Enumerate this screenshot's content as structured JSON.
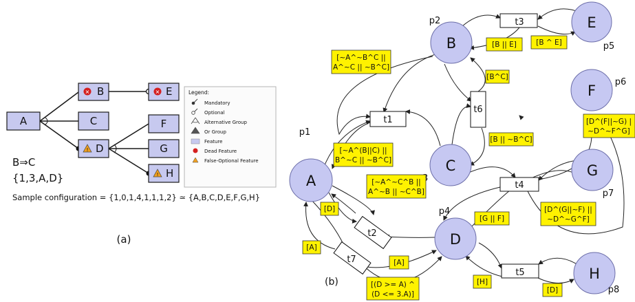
{
  "feature_model": {
    "features": [
      {
        "id": "A",
        "label": "A"
      },
      {
        "id": "B",
        "label": "B"
      },
      {
        "id": "C",
        "label": "C"
      },
      {
        "id": "D",
        "label": "D"
      },
      {
        "id": "E",
        "label": "E"
      },
      {
        "id": "F",
        "label": "F"
      },
      {
        "id": "G",
        "label": "G"
      },
      {
        "id": "H",
        "label": "H"
      }
    ],
    "constraint": "B⇒C",
    "product": "{1,3,A,D}",
    "sample": "Sample configuration = {1,0,1,4,1,1,1,2} ≃ {A,B,C,D,E,F,G,H}",
    "caption": "(a)"
  },
  "legend": {
    "title": "Legend:",
    "items": [
      "Mandatory",
      "Optional",
      "Alternative Group",
      "Or Group",
      "Feature",
      "Dead Feature",
      "False-Optional Feature"
    ]
  },
  "petri": {
    "caption": "(b)",
    "places": [
      {
        "label": "A",
        "tag": "p1"
      },
      {
        "label": "B",
        "tag": "p2"
      },
      {
        "label": "C",
        "tag": "p3"
      },
      {
        "label": "D",
        "tag": "p4"
      },
      {
        "label": "E",
        "tag": "p5"
      },
      {
        "label": "F",
        "tag": "p6"
      },
      {
        "label": "G",
        "tag": "p7"
      },
      {
        "label": "H",
        "tag": "p8"
      }
    ],
    "transitions": [
      "t1",
      "t2",
      "t3",
      "t4",
      "t5",
      "t6",
      "t7"
    ],
    "guards": [
      [
        "[~A^~B^C ||",
        "A^~C || ~B^C]"
      ],
      [
        "[B || E]"
      ],
      [
        "[B ^ E]"
      ],
      [
        "[B^C]"
      ],
      [
        "[~A^(B||C) ||",
        "B^~C || ~B^C]"
      ],
      [
        "[B || ~B^C]"
      ],
      [
        "[D^(F||~G) |",
        "~D^~F^G]"
      ],
      [
        "[~A^~C^B ||",
        "A^~B || ~C^B]"
      ],
      [
        "[D]"
      ],
      [
        "[G || F]"
      ],
      [
        "[D^(G||~F) ||",
        "~D^~G^F]"
      ],
      [
        "[A]"
      ],
      [
        "[A]"
      ],
      [
        "[(D >= A) ^",
        "(D <= 3.A)]"
      ],
      [
        "[H]"
      ],
      [
        "[D]"
      ]
    ]
  }
}
